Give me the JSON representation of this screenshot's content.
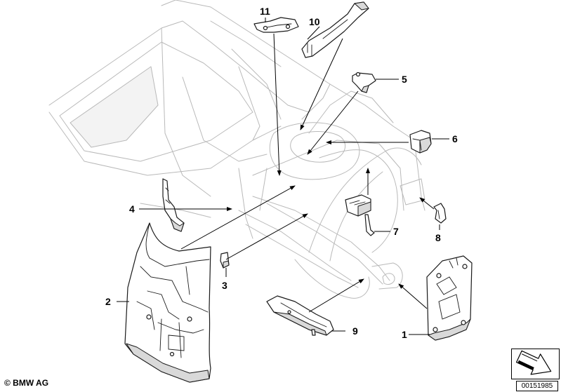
{
  "callouts": [
    {
      "id": "1",
      "label": "1"
    },
    {
      "id": "2",
      "label": "2"
    },
    {
      "id": "3",
      "label": "3"
    },
    {
      "id": "4",
      "label": "4"
    },
    {
      "id": "5",
      "label": "5"
    },
    {
      "id": "6",
      "label": "6"
    },
    {
      "id": "7",
      "label": "7"
    },
    {
      "id": "8",
      "label": "8"
    },
    {
      "id": "9",
      "label": "9"
    },
    {
      "id": "10",
      "label": "10"
    },
    {
      "id": "11",
      "label": "11"
    }
  ],
  "footer": {
    "copyright": "© BMW AG",
    "document_number": "00151985"
  },
  "icons": {
    "navigation": "next-arrow-icon",
    "copyright": "copyright-icon"
  },
  "colors": {
    "linework": "#1a1a1a",
    "background_structure": "#b9b9b9"
  }
}
